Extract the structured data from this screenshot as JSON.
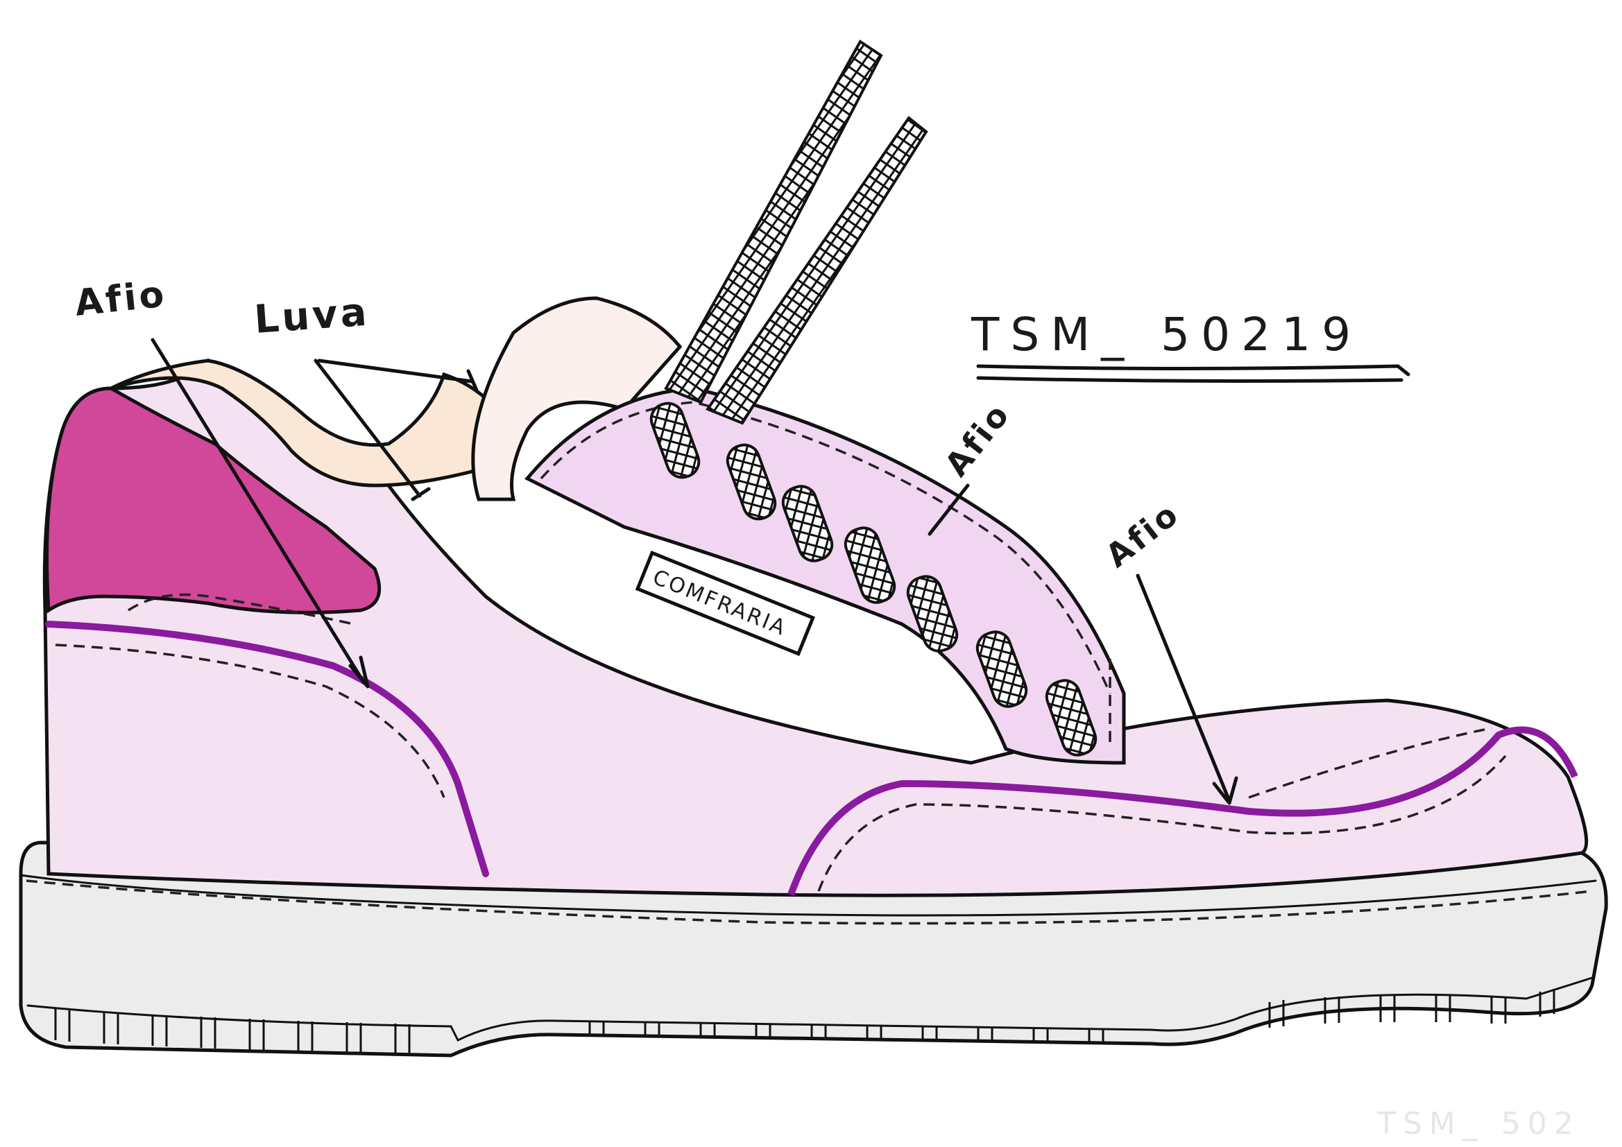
{
  "model_code": "TSM_ 50219",
  "brand_tag": "COMFRARIA",
  "labels": {
    "afio_heel": "Afio",
    "luva": "Luva",
    "afio_vamp": "Afio",
    "afio_toe": "Afio"
  },
  "ghost_text": "TSM_ 502",
  "colors": {
    "magenta_heel": "#d1479a",
    "purple_piping": "#8a1a9e",
    "upper_fill": "#f3dcf2",
    "lining": "#fbe7d6",
    "sole_gray": "#bfbfbf",
    "ink": "#111111"
  }
}
